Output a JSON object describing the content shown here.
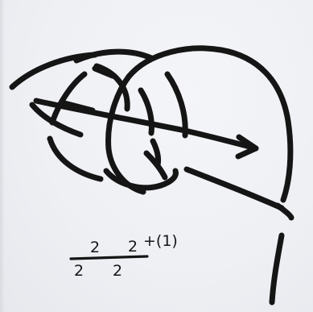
{
  "formula": {
    "num_left": "2",
    "num_right": "2",
    "den_left": "2",
    "den_right": "2",
    "suffix": "+(1)"
  },
  "colors": {
    "ink": "#151515",
    "paper": "#f0f2f6"
  }
}
